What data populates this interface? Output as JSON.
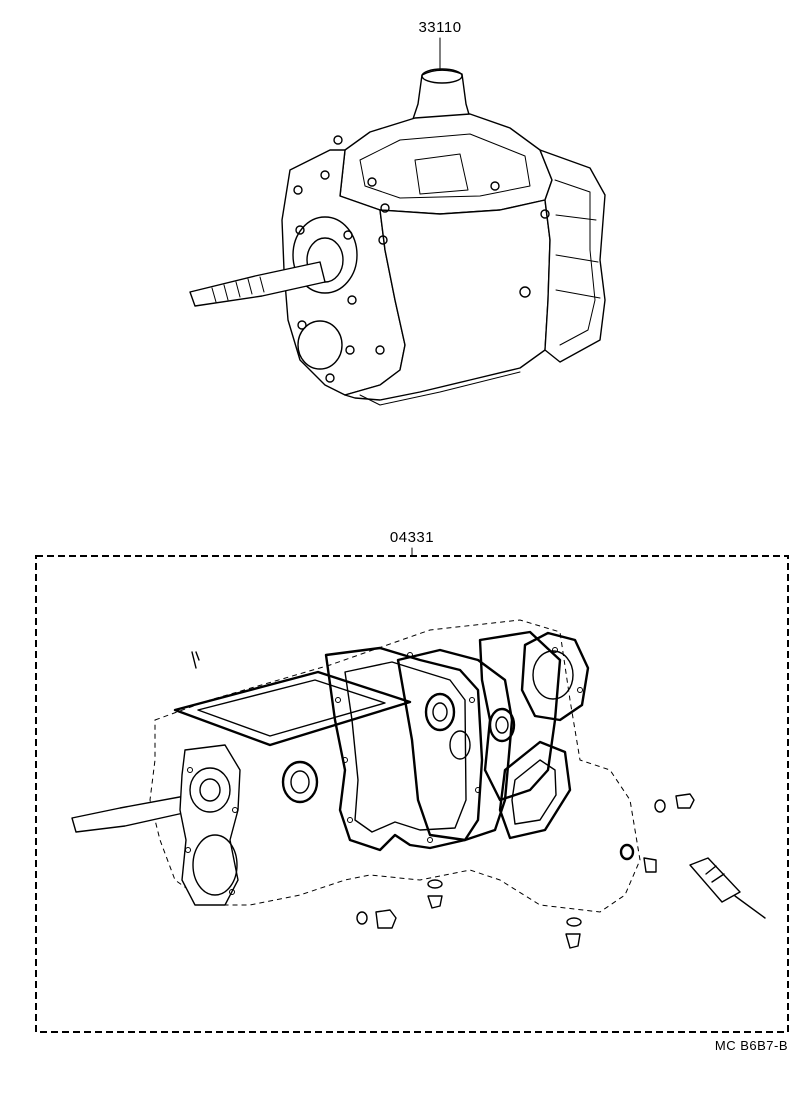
{
  "parts": {
    "transmission_assy": {
      "number": "33110"
    },
    "gasket_kit": {
      "number": "04331"
    }
  },
  "footer": {
    "catalog_code": "MC  B6B7-B"
  }
}
